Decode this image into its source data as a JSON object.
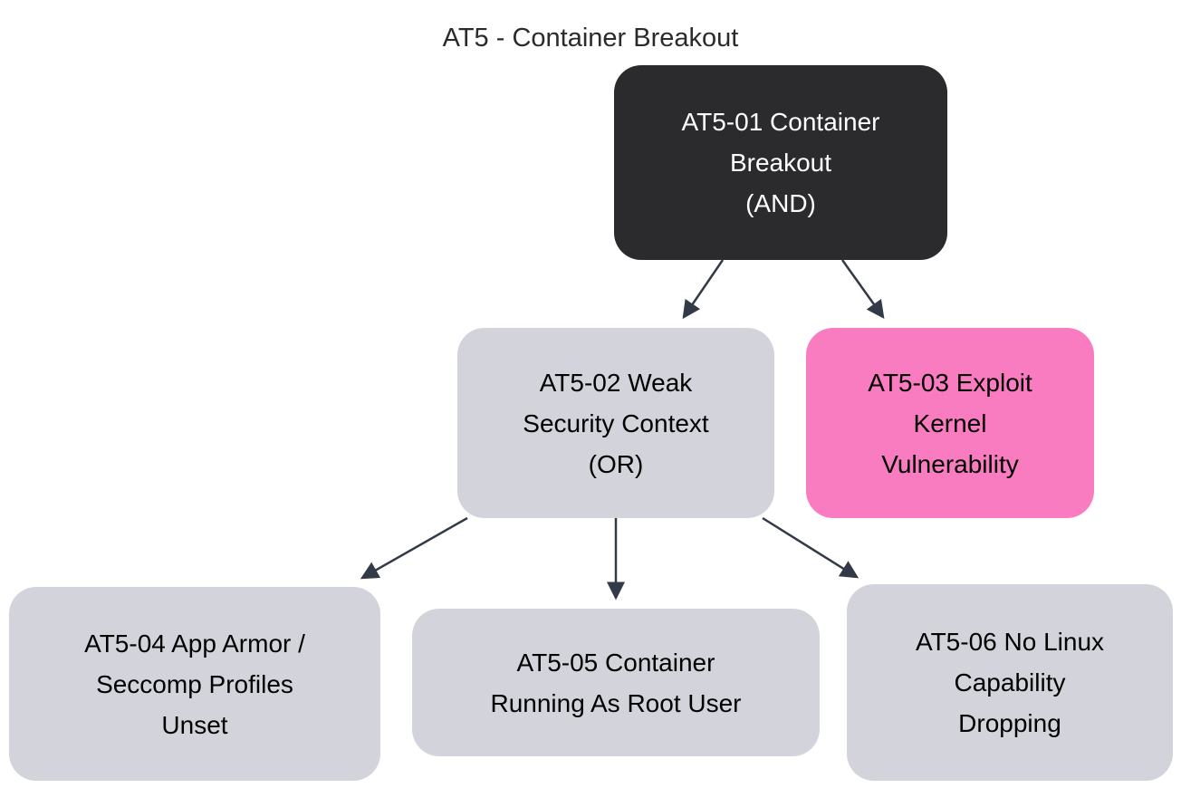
{
  "diagram": {
    "title": "AT5 - Container Breakout",
    "edge_color": "#333a47",
    "nodes": [
      {
        "id": "AT5-01",
        "label": "AT5-01 Container\nBreakout\n(AND)",
        "fill": "#2b2b2e",
        "text_color": "#ffffff"
      },
      {
        "id": "AT5-02",
        "label": "AT5-02 Weak\nSecurity Context\n(OR)",
        "fill": "#d3d4db",
        "text_color": "#000000"
      },
      {
        "id": "AT5-03",
        "label": "AT5-03 Exploit\nKernel\nVulnerability",
        "fill": "#f97cc1",
        "text_color": "#000000"
      },
      {
        "id": "AT5-04",
        "label": "AT5-04 App Armor /\nSeccomp Profiles\nUnset",
        "fill": "#d3d4db",
        "text_color": "#000000"
      },
      {
        "id": "AT5-05",
        "label": "AT5-05 Container\nRunning As Root User",
        "fill": "#d3d4db",
        "text_color": "#000000"
      },
      {
        "id": "AT5-06",
        "label": "AT5-06 No Linux\nCapability\nDropping",
        "fill": "#d3d4db",
        "text_color": "#000000"
      }
    ],
    "edges": [
      {
        "from": "AT5-01",
        "to": "AT5-02"
      },
      {
        "from": "AT5-01",
        "to": "AT5-03"
      },
      {
        "from": "AT5-02",
        "to": "AT5-04"
      },
      {
        "from": "AT5-02",
        "to": "AT5-05"
      },
      {
        "from": "AT5-02",
        "to": "AT5-06"
      }
    ]
  }
}
